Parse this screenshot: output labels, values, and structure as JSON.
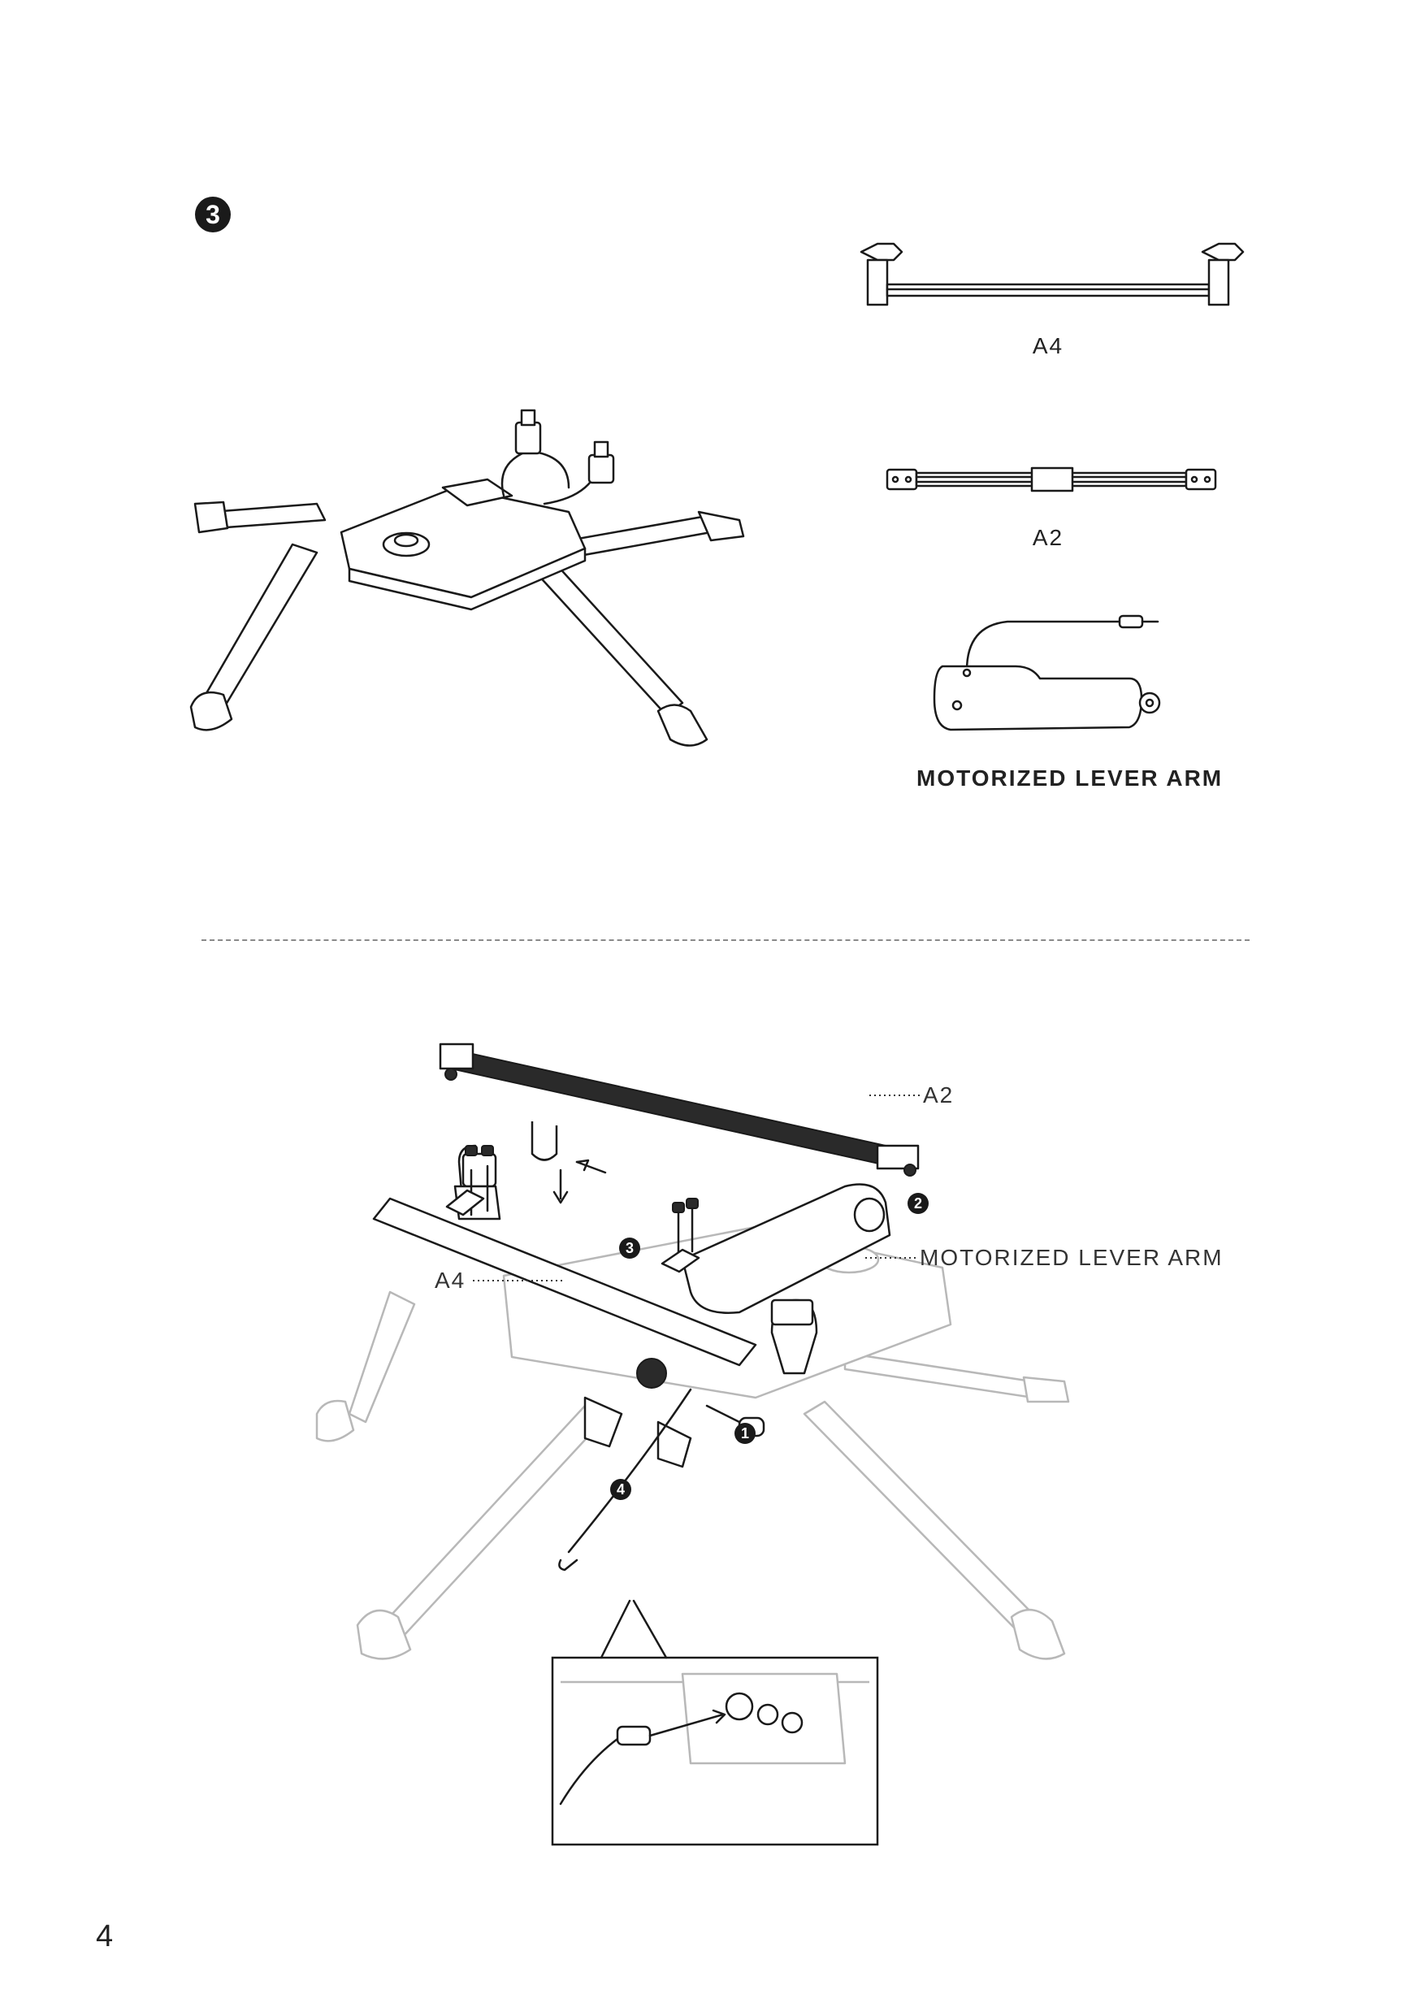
{
  "step": {
    "number": "3"
  },
  "parts": {
    "a4_label": "A4",
    "a2_label": "A2",
    "motor_label": "MOTORIZED LEVER ARM"
  },
  "callouts": {
    "a2": "A2",
    "motor": "MOTORIZED LEVER ARM",
    "a4": "A4"
  },
  "sub_steps": [
    "1",
    "2",
    "3",
    "4"
  ],
  "page_number": "4"
}
